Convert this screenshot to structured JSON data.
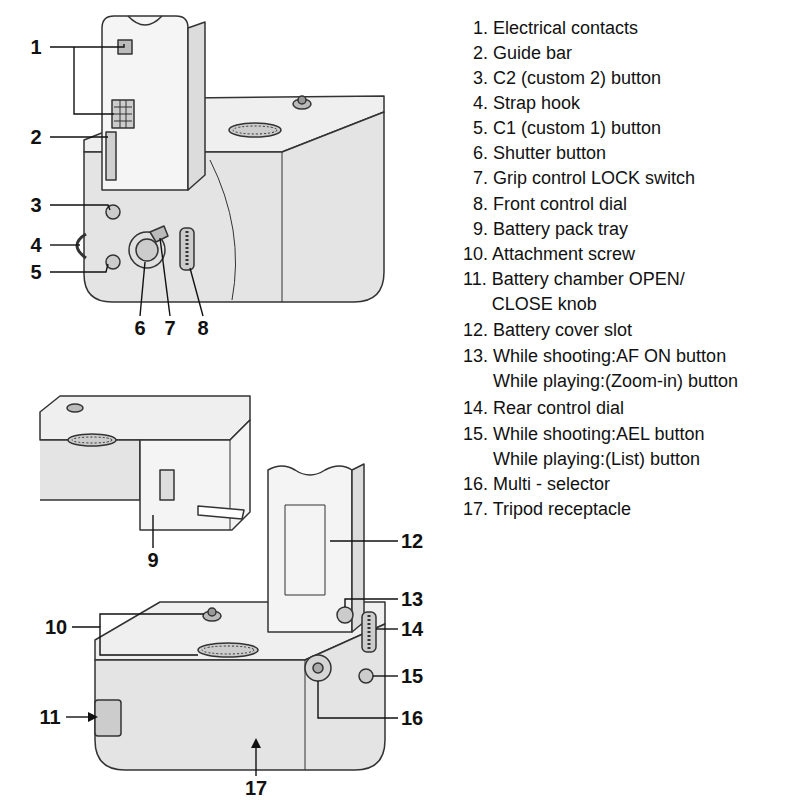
{
  "diagram": {
    "labels": [
      "1",
      "2",
      "3",
      "4",
      "5",
      "6",
      "7",
      "8",
      "1. Electrical contacts",
      "2. Guide bar",
      "3. C2 (custom 2) button",
      "4. Strap hook",
      "5. C1 (custom 1) button",
      "6. Shutter button",
      "7. Grip control LOCK switch",
      "8. Front control dial",
      "9. Battery pack tray",
      "10. Attachment screw",
      "11. Battery chamber OPEN/ CLOSE knob",
      "12. Battery cover slot",
      "13. While shooting:AF ON button While playing:(Zoom-in) button",
      "14. Rear control dial",
      "15. While shooting:AEL button While playing:(List) button",
      "16. Multi - selector",
      "17. Tripod receptacle",
      "9",
      "12",
      "10",
      "13",
      "14",
      "15",
      "11",
      "16",
      "17"
    ]
  }
}
